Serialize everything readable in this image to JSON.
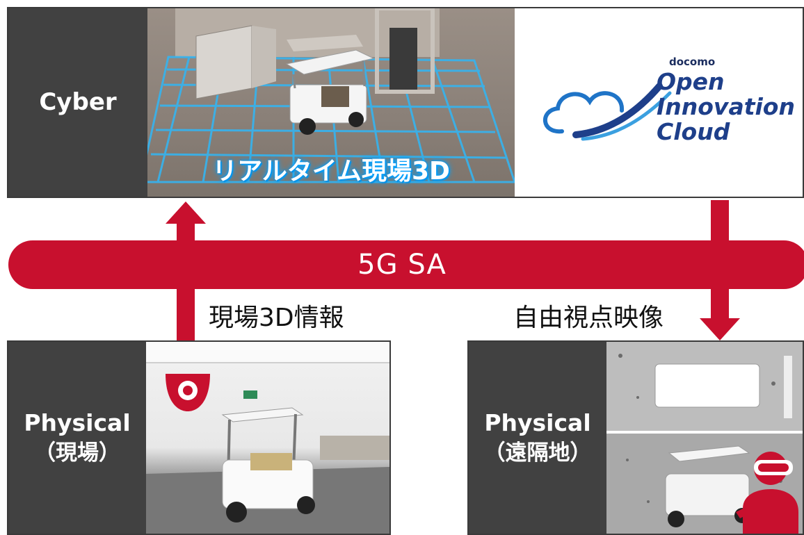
{
  "cyber": {
    "label": "Cyber",
    "scene_title": "リアルタイム現場3D",
    "cloud_brand": {
      "docomo": "docomo",
      "lines": [
        "Open",
        "Innovation",
        "Cloud"
      ]
    }
  },
  "network": {
    "band_label": "5G SA",
    "uplink_label": "現場3D情報",
    "downlink_label": "自由視点映像"
  },
  "physical_site": {
    "label": "Physical",
    "sublabel": "（現場）"
  },
  "physical_remote": {
    "label": "Physical",
    "sublabel": "（遠隔地）"
  },
  "colors": {
    "accent_red": "#c8102e",
    "panel_dark": "#414141",
    "glow_blue": "#0aa5ff",
    "brand_navy": "#1e3f8a"
  },
  "icons": [
    "camera-dome-icon",
    "vr-headset-user-icon",
    "cloud-logo-icon"
  ]
}
